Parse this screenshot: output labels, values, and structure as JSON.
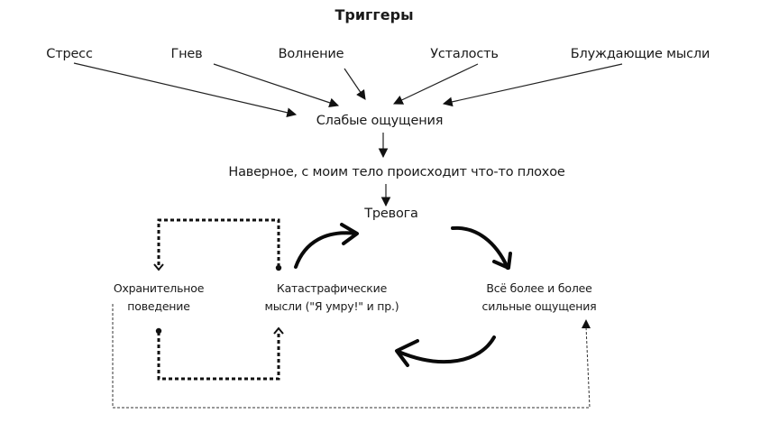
{
  "title": "Триггеры",
  "triggers": [
    {
      "label": "Стресс"
    },
    {
      "label": "Гнев"
    },
    {
      "label": "Волнение"
    },
    {
      "label": "Усталость"
    },
    {
      "label": "Блуждающие мысли"
    }
  ],
  "nodes": {
    "weak_sensations": "Слабые ощущения",
    "bad_thought": "Наверное, с моим тело происходит что-то плохое",
    "anxiety": "Тревога",
    "safety_behavior_line1": "Охранительное",
    "safety_behavior_line2": "поведение",
    "catastrophic_line1": "Катастрафические",
    "catastrophic_line2": "мысли (\"Я умру!\" и пр.)",
    "stronger_line1": "Всё более и более",
    "stronger_line2": "сильные ощущения"
  },
  "edges": [
    {
      "from": "Стресс",
      "to": "Слабые ощущения",
      "style": "solid"
    },
    {
      "from": "Гнев",
      "to": "Слабые ощущения",
      "style": "solid"
    },
    {
      "from": "Волнение",
      "to": "Слабые ощущения",
      "style": "solid"
    },
    {
      "from": "Усталость",
      "to": "Слабые ощущения",
      "style": "solid"
    },
    {
      "from": "Блуждающие мысли",
      "to": "Слабые ощущения",
      "style": "solid"
    },
    {
      "from": "Слабые ощущения",
      "to": "Наверное, с моим тело происходит что-то плохое",
      "style": "solid"
    },
    {
      "from": "Наверное, с моим тело происходит что-то плохое",
      "to": "Тревога",
      "style": "solid"
    },
    {
      "from": "Тревога",
      "to": "Всё более и более сильные ощущения",
      "style": "thick-curved"
    },
    {
      "from": "Всё более и более сильные ощущения",
      "to": "Катастрафические мысли",
      "style": "thick-curved"
    },
    {
      "from": "Катастрафические мысли",
      "to": "Тревога",
      "style": "thick-curved"
    },
    {
      "from": "Катастрафические мысли",
      "to": "Охранительное поведение",
      "style": "dotted"
    },
    {
      "from": "Охранительное поведение",
      "to": "Катастрафические мысли",
      "style": "dotted"
    },
    {
      "from": "Охранительное поведение",
      "to": "Всё более и более сильные ощущения",
      "style": "thin-dashed"
    }
  ]
}
